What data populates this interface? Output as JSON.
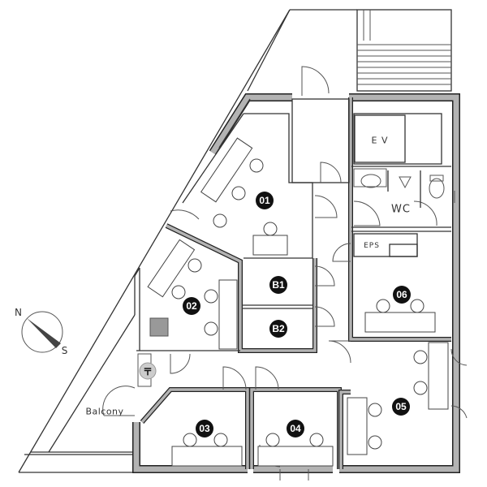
{
  "rooms": {
    "r01": "01",
    "r02": "02",
    "b1": "B1",
    "b2": "B2",
    "r03": "03",
    "r04": "04",
    "r05": "05",
    "r06": "06"
  },
  "facilities": {
    "ev": "E V",
    "wc": "WC",
    "eps": "EPS",
    "balcony": "Balcony",
    "mailbox": "〒"
  },
  "compass": {
    "north": "N",
    "south": "S"
  },
  "colors": {
    "wall": "#b3b3b3",
    "badge": "#111111",
    "fixture": "#999999"
  }
}
